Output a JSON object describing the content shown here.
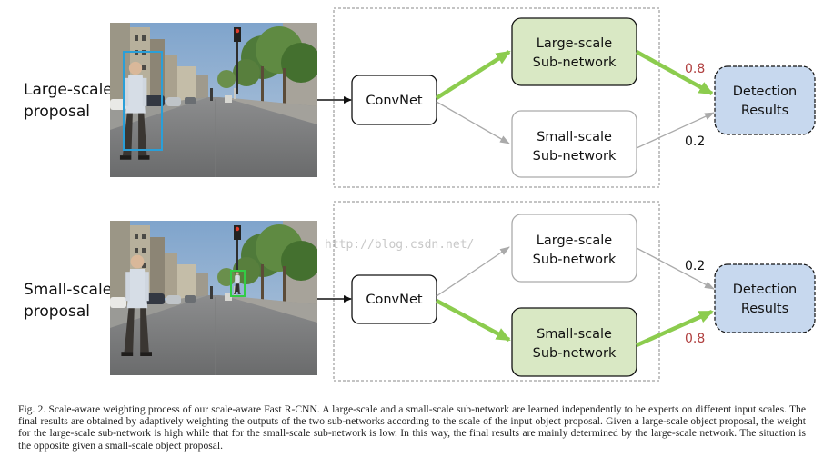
{
  "panels": [
    {
      "proposal_label": [
        "Large-scale",
        "proposal"
      ],
      "convnet_label": "ConvNet",
      "large_subnet": [
        "Large-scale",
        "Sub-network"
      ],
      "small_subnet": [
        "Small-scale",
        "Sub-network"
      ],
      "detection": [
        "Detection",
        "Results"
      ],
      "weight_large": "0.8",
      "weight_small": "0.2",
      "active": "large"
    },
    {
      "proposal_label": [
        "Small-scale",
        "proposal"
      ],
      "convnet_label": "ConvNet",
      "large_subnet": [
        "Large-scale",
        "Sub-network"
      ],
      "small_subnet": [
        "Small-scale",
        "Sub-network"
      ],
      "detection": [
        "Detection",
        "Results"
      ],
      "weight_large": "0.2",
      "weight_small": "0.8",
      "active": "small"
    }
  ],
  "watermark": "http://blog.csdn.net/",
  "caption": "Fig. 2.  Scale-aware weighting process of our scale-aware Fast R-CNN. A large-scale and a small-scale sub-network are learned independently to be experts on different input scales. The final results are obtained by adaptively weighting the outputs of the two sub-networks according to the scale of the input object proposal. Given a large-scale object proposal, the weight for the large-scale sub-network is high while that for the small-scale sub-network is low. In this way, the final results are mainly determined by the large-scale network. The situation is the opposite given a small-scale object proposal.",
  "colors": {
    "active_fill": "#d9e8c4",
    "detection_fill": "#c7d8ee",
    "active_arrow": "#8ccc4e",
    "inactive_arrow": "#aaaaaa",
    "active_weight_text": "#b04040",
    "box_blue": "#2a9fd8",
    "box_green": "#33cc44"
  }
}
